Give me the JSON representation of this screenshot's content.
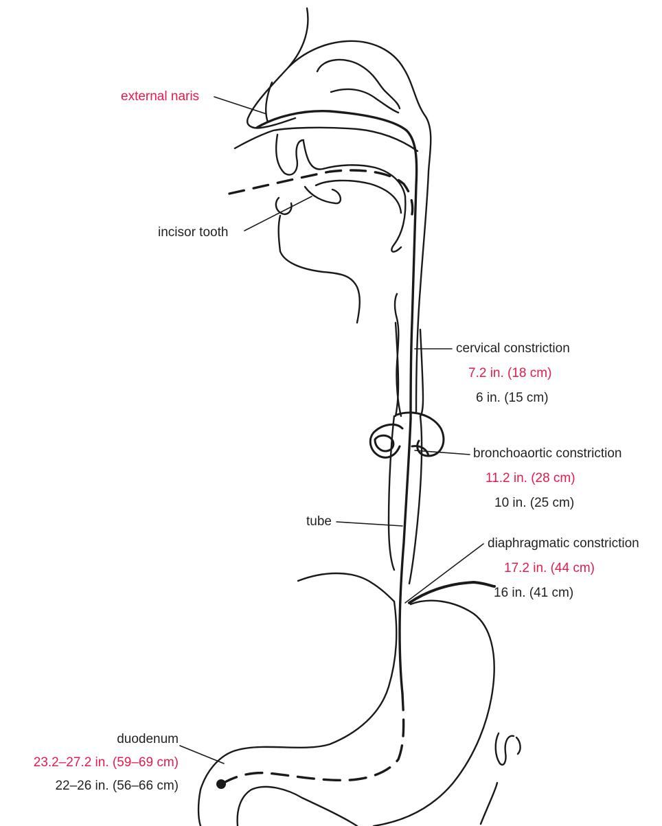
{
  "colors": {
    "ink": "#231f20",
    "accent": "#e31b4c",
    "line": "#1a1a1a",
    "background": "#ffffff"
  },
  "labels": {
    "external_naris": "external naris",
    "incisor_tooth": "incisor tooth",
    "cervical": {
      "name": "cervical constriction",
      "accent": "7.2 in. (18 cm)",
      "plain": "6 in. (15 cm)"
    },
    "bronchoaortic": {
      "name": "bronchoaortic constriction",
      "accent": "11.2 in. (28 cm)",
      "plain": "10 in. (25 cm)"
    },
    "tube": "tube",
    "diaphragmatic": {
      "name": "diaphragmatic constriction",
      "accent": "17.2 in. (44 cm)",
      "plain": "16 in. (41 cm)"
    },
    "duodenum": {
      "name": "duodenum",
      "accent": "23.2–27.2 in. (59–69 cm)",
      "plain": "22–26 in. (56–66 cm)"
    }
  }
}
